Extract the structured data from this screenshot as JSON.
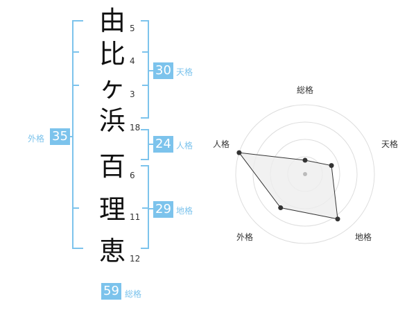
{
  "name": {
    "chars": [
      "由",
      "比",
      "ヶ",
      "浜",
      "百",
      "理",
      "恵"
    ],
    "strokes": [
      "5",
      "4",
      "3",
      "18",
      "6",
      "11",
      "12"
    ]
  },
  "grades": {
    "tenkaku": {
      "value": "30",
      "label": "天格"
    },
    "jinkaku": {
      "value": "24",
      "label": "人格"
    },
    "chikaku": {
      "value": "29",
      "label": "地格"
    },
    "gaikaku": {
      "value": "35",
      "label": "外格"
    },
    "soukaku": {
      "value": "59",
      "label": "総格"
    }
  },
  "radar": {
    "axes": [
      "総格",
      "天格",
      "地格",
      "外格",
      "人格"
    ],
    "levels": [
      1,
      2,
      3,
      4
    ],
    "values": [
      1,
      2,
      4,
      3,
      5
    ],
    "max": 5,
    "colors": {
      "grid": "#dddddd",
      "fill": "#eeeeee",
      "line": "#333333",
      "point": "#333333",
      "center": "#bbbbbb"
    }
  }
}
